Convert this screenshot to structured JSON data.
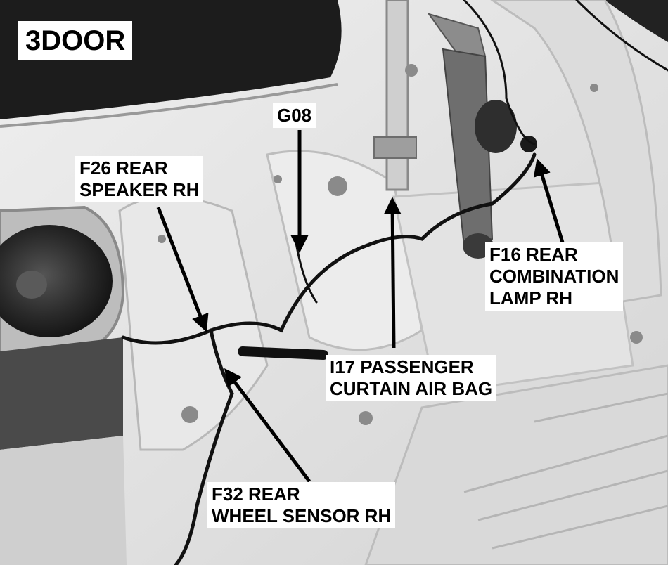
{
  "title": "3DOOR",
  "callouts": {
    "g08": {
      "lines": [
        "G08"
      ]
    },
    "f26": {
      "lines": [
        "F26 REAR",
        "SPEAKER RH"
      ]
    },
    "f16": {
      "lines": [
        "F16 REAR",
        "COMBINATION",
        "LAMP RH"
      ]
    },
    "i17": {
      "lines": [
        "I17 PASSENGER",
        "CURTAIN AIR BAG"
      ]
    },
    "f32": {
      "lines": [
        "F32 REAR",
        "WHEEL SENSOR RH"
      ]
    }
  }
}
